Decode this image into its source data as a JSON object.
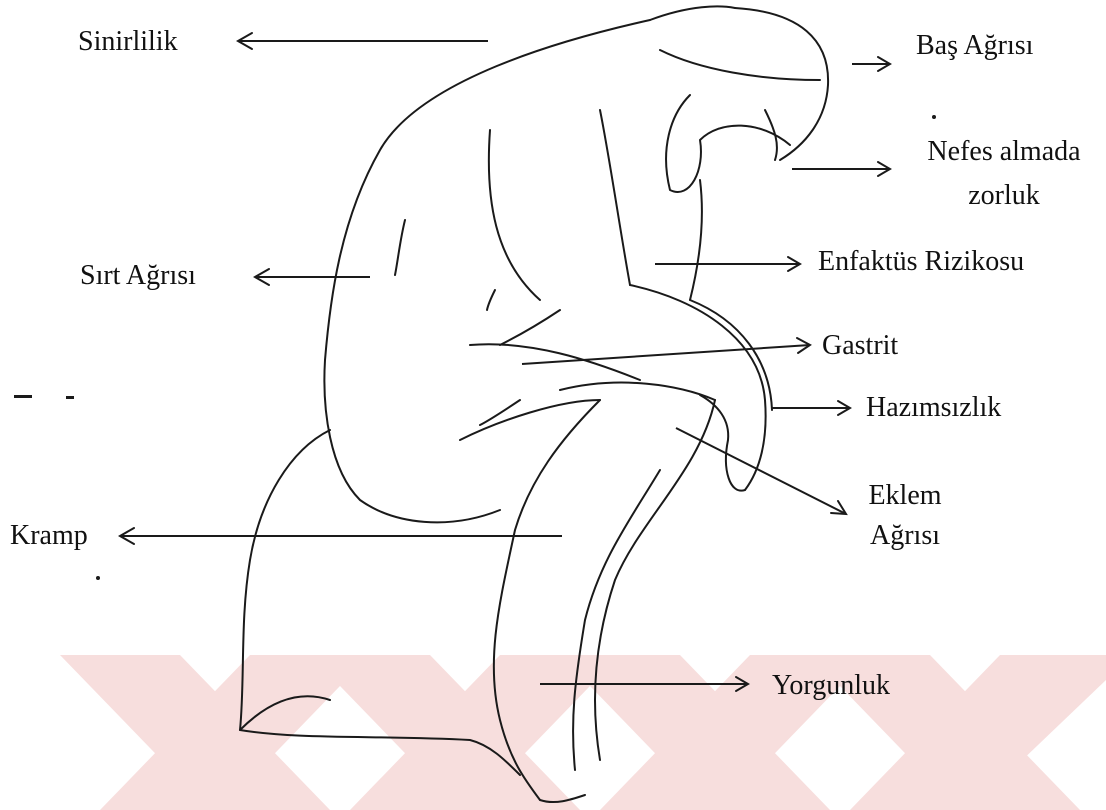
{
  "labels": {
    "sinirlilik": "Sinirlilik",
    "bas_agrisi": "Baş Ağrısı",
    "nefes_line1": "Nefes almada",
    "nefes_line2": "zorluk",
    "enfaktus": "Enfaktüs Rizikosu",
    "sirt_agrisi": "Sırt Ağrısı",
    "gastrit": "Gastrit",
    "hazimsizlik": "Hazımsızlık",
    "eklem_line1": "Eklem",
    "eklem_line2": "Ağrısı",
    "kramp": "Kramp",
    "yorgunluk": "Yorgunluk"
  },
  "colors": {
    "line": "#1a1a1a",
    "text": "#111111",
    "watermark": "#f7dedd"
  }
}
